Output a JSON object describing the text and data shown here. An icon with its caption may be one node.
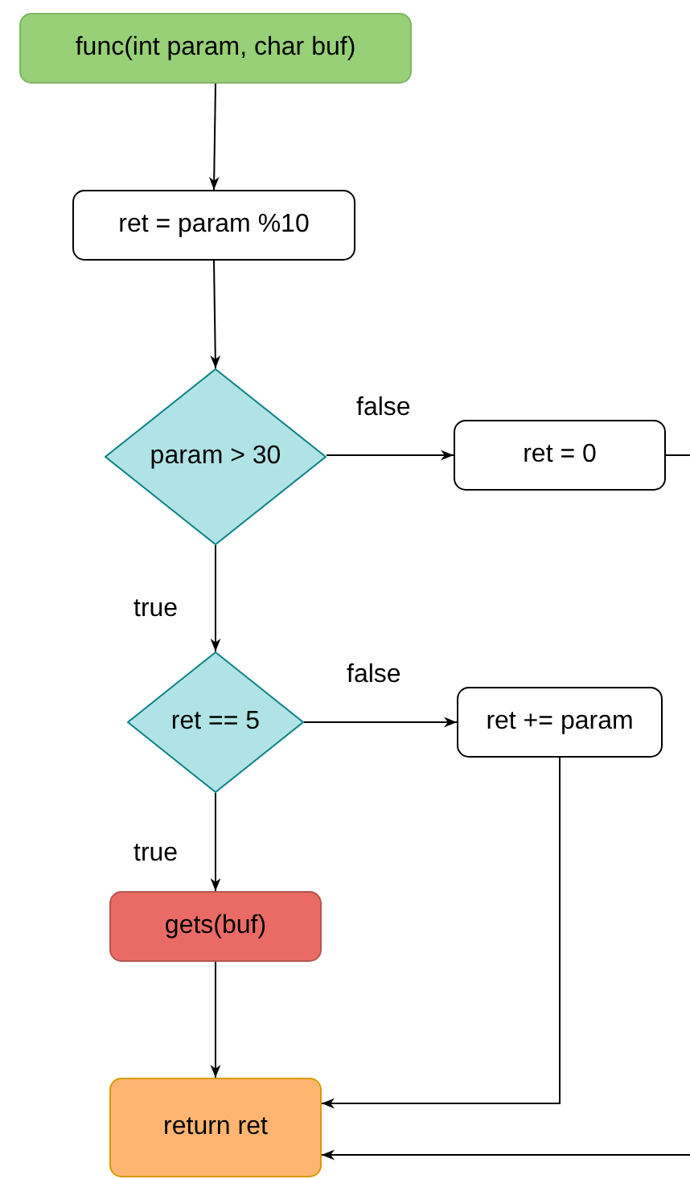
{
  "diagram": {
    "nodes": [
      {
        "text": [
          "func(int param, char buf)"
        ]
      },
      {
        "text": [
          "ret = param %10"
        ]
      },
      {
        "text": [
          "param > 30"
        ]
      },
      {
        "text": [
          "ret = 0"
        ]
      },
      {
        "text": [
          "ret == 5"
        ]
      },
      {
        "text": [
          "ret += param"
        ]
      },
      {
        "text": [
          "gets(buf)"
        ]
      },
      {
        "text": [
          "return ret"
        ]
      }
    ],
    "edges": [
      {
        "from": 0,
        "to": 1,
        "arrow": "to"
      },
      {
        "from": 1,
        "to": 2,
        "arrow": "to"
      },
      {
        "from": 2,
        "to": 3,
        "arrow": "to",
        "label": "false"
      },
      {
        "from": 2,
        "to": 4,
        "arrow": "to",
        "label": "true"
      },
      {
        "from": 4,
        "to": 5,
        "arrow": "to",
        "label": "false"
      },
      {
        "from": 4,
        "to": 6,
        "arrow": "to",
        "label": "true"
      },
      {
        "from": 6,
        "to": 7,
        "arrow": "to"
      },
      {
        "from": 5,
        "to": 7,
        "arrow": "to"
      },
      {
        "from": 3,
        "to": 7,
        "arrow": "to"
      }
    ]
  }
}
